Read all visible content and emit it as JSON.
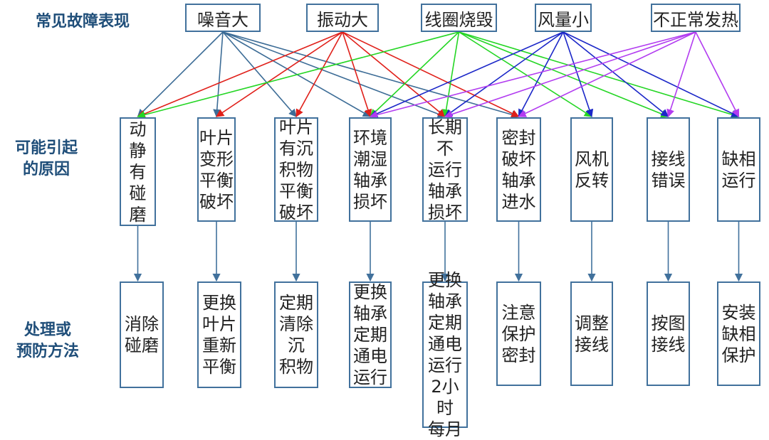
{
  "row_labels": {
    "symptoms": "常见故障表现",
    "causes": "可能引起\n的原因",
    "solutions": "处理或\n预防方法"
  },
  "symptoms": [
    {
      "id": "s0",
      "label": "噪音大"
    },
    {
      "id": "s1",
      "label": "振动大"
    },
    {
      "id": "s2",
      "label": "线圈烧毁"
    },
    {
      "id": "s3",
      "label": "风量小"
    },
    {
      "id": "s4",
      "label": "不正常发热"
    }
  ],
  "causes": [
    {
      "label": "动静\n有\n碰磨",
      "solution": "消除\n碰磨"
    },
    {
      "label": "叶片\n变形\n平衡\n破坏",
      "solution": "更换\n叶片\n重新\n平衡"
    },
    {
      "label": "叶片\n有沉\n积物\n平衡\n破坏",
      "solution": "定期\n清除\n沉\n积物"
    },
    {
      "label": "环境\n潮湿\n轴承\n损坏",
      "solution": "更换\n轴承\n定期\n通电\n运行"
    },
    {
      "label": "长期\n不\n运行\n轴承\n损坏",
      "solution": "更换\n轴承\n定期\n通电\n运行\n2小时\n每月"
    },
    {
      "label": "密封\n破坏\n轴承\n进水",
      "solution": "注意\n保护\n密封"
    },
    {
      "label": "风机\n反转",
      "solution": "调整\n接线"
    },
    {
      "label": "接线\n错误",
      "solution": "按图\n接线"
    },
    {
      "label": "缺相\n运行",
      "solution": "安装\n缺相\n保护"
    }
  ],
  "colors": {
    "box_border": "#41719c",
    "label_text": "#1f4e79",
    "flow_arrow": "#41719c",
    "s0": "#3c6c96",
    "s1": "#e0201a",
    "s2": "#24d624",
    "s3": "#1b27c8",
    "s4": "#b23cf0"
  },
  "links": [
    {
      "from": 0,
      "to": 0
    },
    {
      "from": 0,
      "to": 1
    },
    {
      "from": 0,
      "to": 2
    },
    {
      "from": 0,
      "to": 3
    },
    {
      "from": 0,
      "to": 4
    },
    {
      "from": 0,
      "to": 5
    },
    {
      "from": 1,
      "to": 0
    },
    {
      "from": 1,
      "to": 1
    },
    {
      "from": 1,
      "to": 2
    },
    {
      "from": 1,
      "to": 3
    },
    {
      "from": 1,
      "to": 4
    },
    {
      "from": 1,
      "to": 5
    },
    {
      "from": 2,
      "to": 0
    },
    {
      "from": 2,
      "to": 3
    },
    {
      "from": 2,
      "to": 4
    },
    {
      "from": 2,
      "to": 6
    },
    {
      "from": 2,
      "to": 7
    },
    {
      "from": 2,
      "to": 8
    },
    {
      "from": 3,
      "to": 3
    },
    {
      "from": 3,
      "to": 4
    },
    {
      "from": 3,
      "to": 5
    },
    {
      "from": 3,
      "to": 6
    },
    {
      "from": 3,
      "to": 7
    },
    {
      "from": 3,
      "to": 8
    },
    {
      "from": 4,
      "to": 3
    },
    {
      "from": 4,
      "to": 4
    },
    {
      "from": 4,
      "to": 5
    },
    {
      "from": 4,
      "to": 7
    },
    {
      "from": 4,
      "to": 8
    }
  ]
}
